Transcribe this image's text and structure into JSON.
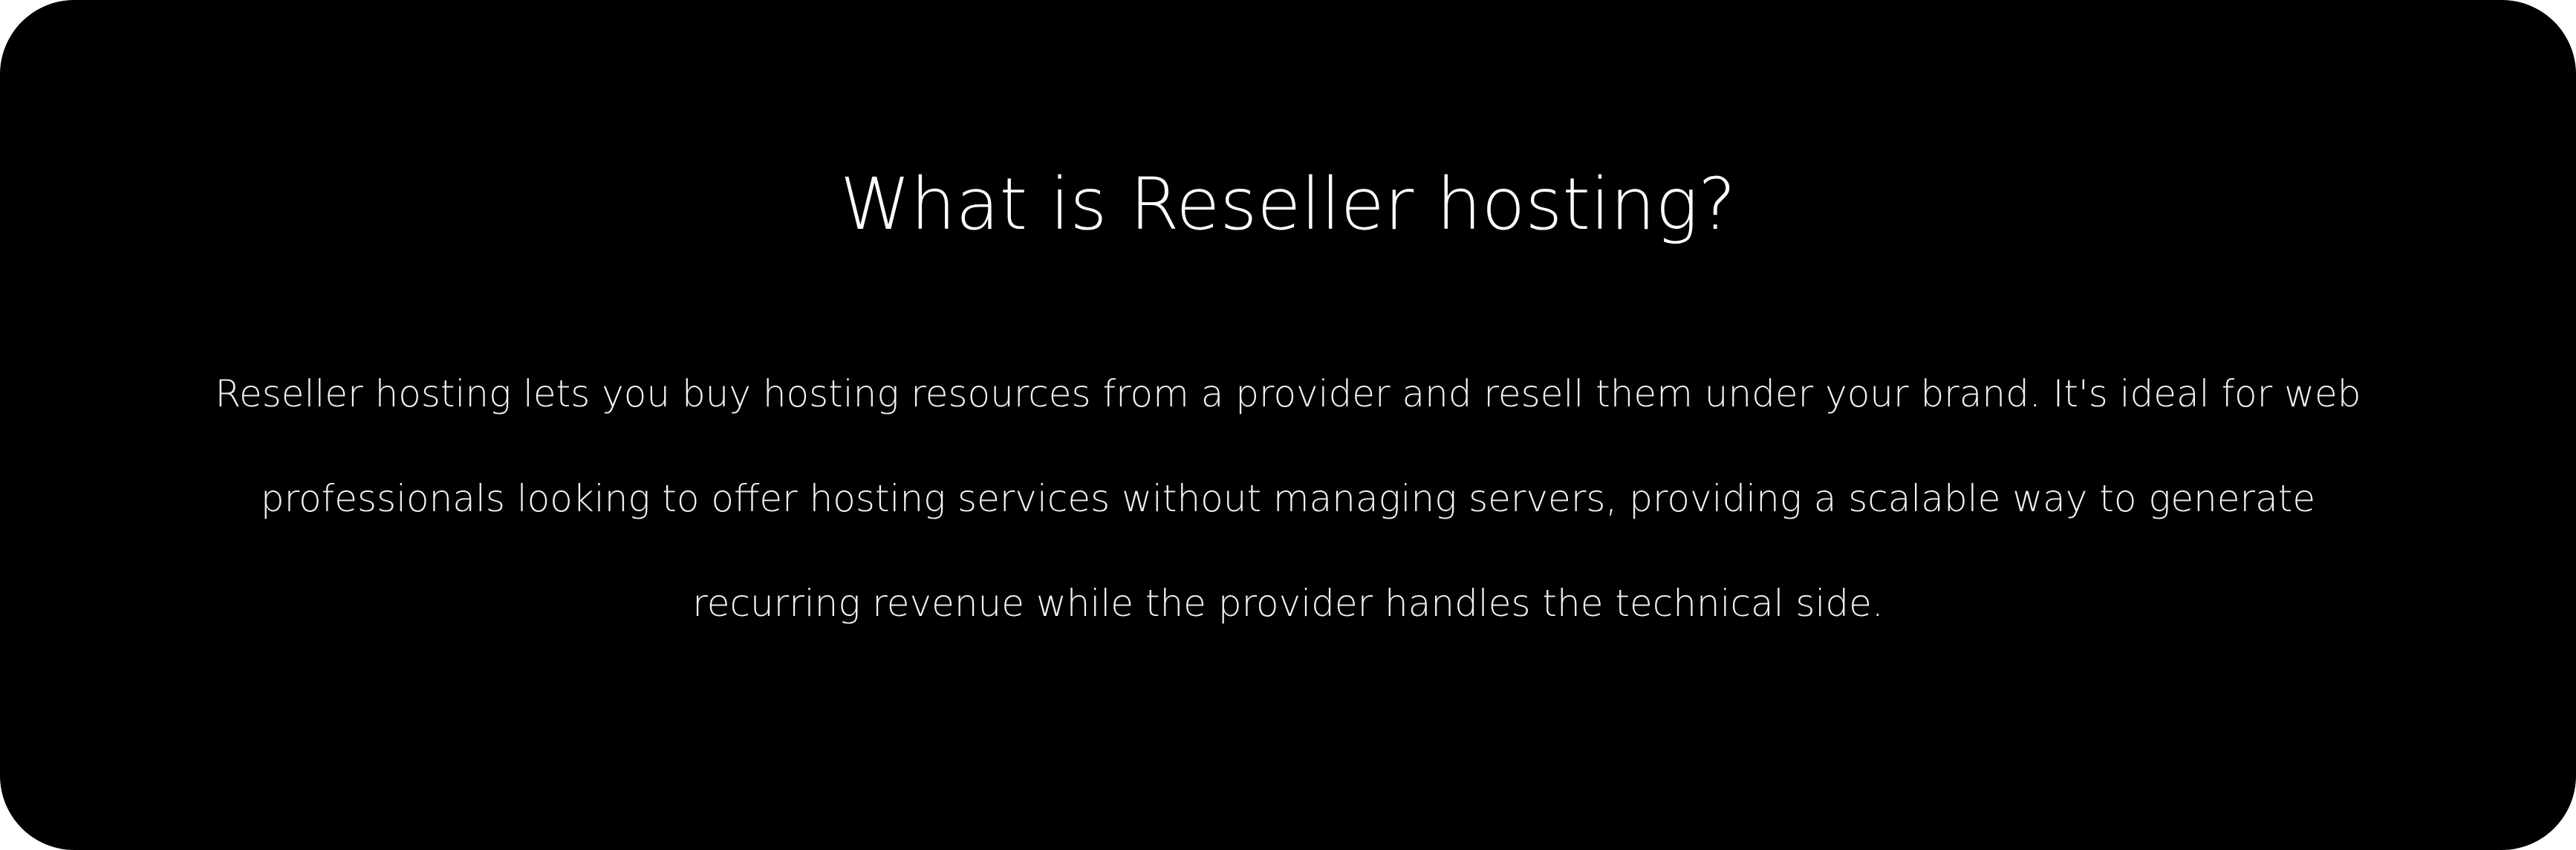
{
  "section": {
    "title": "What is Reseller hosting?",
    "description_lines": [
      "Reseller hosting lets you buy hosting resources from a provider and resell them under your brand. It's ideal for web",
      "professionals looking to offer hosting services without managing servers, providing a scalable way to generate",
      "recurring revenue while the provider handles the technical side."
    ]
  },
  "colors": {
    "background": "#000000",
    "text": "#ffffff"
  }
}
